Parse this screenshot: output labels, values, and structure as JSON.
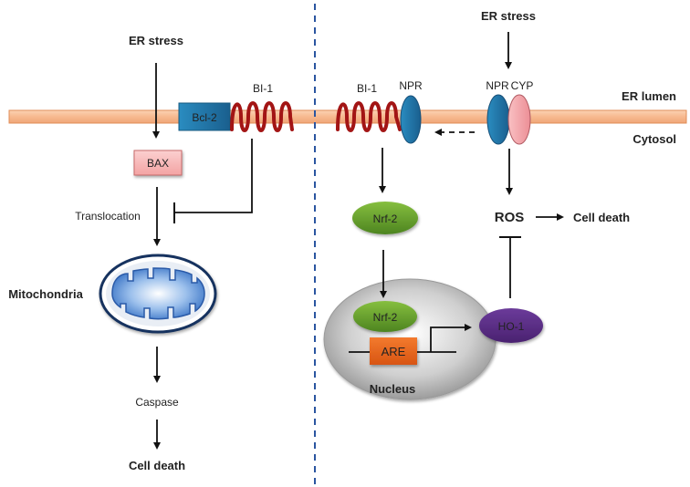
{
  "left_panel": {
    "er_stress": "ER stress",
    "bcl2": "Bcl-2",
    "bi1": "BI-1",
    "bax": "BAX",
    "translocation": "Translocation",
    "mitochondria": "Mitochondria",
    "caspase": "Caspase",
    "cell_death": "Cell death"
  },
  "right_panel": {
    "er_stress": "ER stress",
    "bi1": "BI-1",
    "npr_left": "NPR",
    "npr_right": "NPR",
    "cyp": "CYP",
    "er_lumen": "ER lumen",
    "cytosol": "Cytosol",
    "nrf2_cytosol": "Nrf-2",
    "nrf2_nucleus": "Nrf-2",
    "are": "ARE",
    "nucleus": "Nucleus",
    "ho1": "HO-1",
    "ros": "ROS",
    "cell_death": "Cell death"
  },
  "colors": {
    "membrane": "#f7b98f",
    "membrane_edge": "#e8955f",
    "bi1_coil": "#a31515",
    "bcl2": "#2e7fae",
    "npr": "#1f6f9f",
    "cyp": "#f2a3a8",
    "bax": "#f6b7b7",
    "nrf2": "#5f9a2a",
    "are": "#e8641c",
    "ho1": "#5b2d84",
    "ros": "#e01b24",
    "divider": "#2a55a0"
  }
}
